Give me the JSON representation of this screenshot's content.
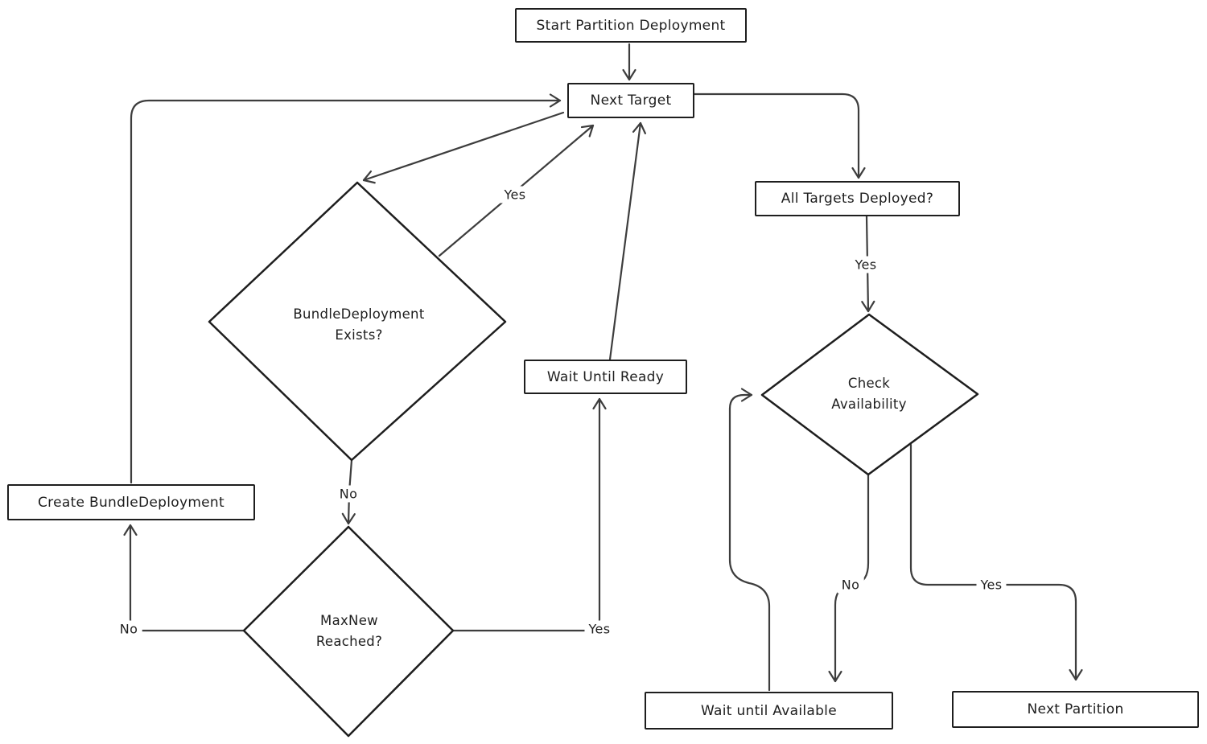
{
  "diagram": {
    "type": "flowchart",
    "background_color": "#ffffff",
    "edge_color": "#3d3d3d",
    "node_border_color": "#1e1e1e",
    "text_color": "#1e1e1e",
    "nodes": {
      "start": {
        "label": "Start Partition Deployment",
        "shape": "rect"
      },
      "next_target": {
        "label": "Next Target",
        "shape": "rect"
      },
      "all_targets": {
        "label": "All Targets Deployed?",
        "shape": "rect"
      },
      "bundle_exists": {
        "line1": "BundleDeployment",
        "line2": "Exists?",
        "shape": "diamond"
      },
      "wait_ready": {
        "label": "Wait Until Ready",
        "shape": "rect"
      },
      "create_bundle": {
        "label": "Create BundleDeployment",
        "shape": "rect"
      },
      "maxnew": {
        "line1": "MaxNew",
        "line2": "Reached?",
        "shape": "diamond"
      },
      "check_avail": {
        "line1": "Check",
        "line2": "Availability",
        "shape": "diamond"
      },
      "wait_avail": {
        "label": "Wait until Available",
        "shape": "rect"
      },
      "next_partition": {
        "label": "Next Partition",
        "shape": "rect"
      }
    },
    "edge_labels": {
      "bundle_exists_yes": "Yes",
      "bundle_exists_no": "No",
      "maxnew_no": "No",
      "maxnew_yes": "Yes",
      "all_targets_yes": "Yes",
      "check_avail_no": "No",
      "check_avail_yes": "Yes"
    },
    "edges": [
      {
        "from": "start",
        "to": "next_target",
        "label": ""
      },
      {
        "from": "next_target",
        "to": "bundle_exists",
        "label": ""
      },
      {
        "from": "bundle_exists",
        "to": "next_target",
        "label": "Yes"
      },
      {
        "from": "bundle_exists",
        "to": "maxnew",
        "label": "No"
      },
      {
        "from": "maxnew",
        "to": "create_bundle",
        "label": "No"
      },
      {
        "from": "create_bundle",
        "to": "next_target",
        "label": ""
      },
      {
        "from": "maxnew",
        "to": "wait_ready",
        "label": "Yes"
      },
      {
        "from": "wait_ready",
        "to": "next_target",
        "label": ""
      },
      {
        "from": "next_target",
        "to": "all_targets",
        "label": ""
      },
      {
        "from": "all_targets",
        "to": "check_avail",
        "label": "Yes"
      },
      {
        "from": "check_avail",
        "to": "wait_avail",
        "label": "No"
      },
      {
        "from": "check_avail",
        "to": "next_partition",
        "label": "Yes"
      },
      {
        "from": "wait_avail",
        "to": "check_avail",
        "label": ""
      }
    ]
  }
}
